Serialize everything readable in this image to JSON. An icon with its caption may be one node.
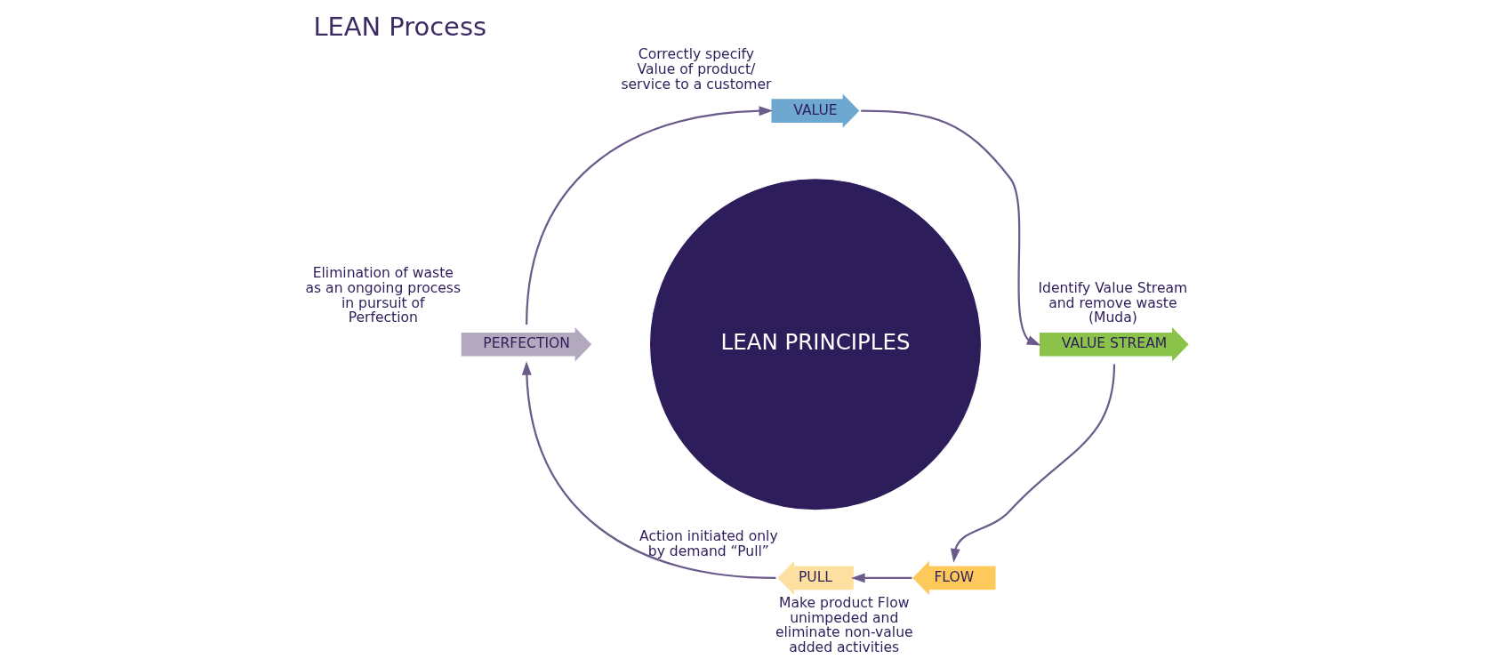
{
  "diagram": {
    "title": "LEAN Process",
    "nodes": [
      {
        "text": [
          "LEAN PRINCIPLES"
        ]
      },
      {
        "text": [
          "VALUE"
        ],
        "beside": [
          "Correctly specify Value of product/ service to a customer"
        ]
      },
      {
        "text": [
          "VALUE STREAM"
        ],
        "beside": [
          "Identify Value Stream and remove waste (Muda)"
        ]
      },
      {
        "text": [
          "FLOW"
        ],
        "beside": [
          "Make product Flow unimpeded and eliminate non-value added activities"
        ]
      },
      {
        "text": [
          "PULL"
        ],
        "beside": [
          "Action initiated only by demand “Pull”"
        ]
      },
      {
        "text": [
          "PERFECTION"
        ],
        "beside": [
          "Elimination of waste as an ongoing process in pursuit of Perfection"
        ]
      }
    ],
    "edges": [
      {
        "from": 1,
        "to": 2,
        "arrow": "to"
      },
      {
        "from": 2,
        "to": 3,
        "arrow": "to"
      },
      {
        "from": 3,
        "to": 4,
        "arrow": "to"
      },
      {
        "from": 4,
        "to": 5,
        "arrow": "to"
      },
      {
        "from": 5,
        "to": 1,
        "arrow": "to"
      }
    ]
  }
}
